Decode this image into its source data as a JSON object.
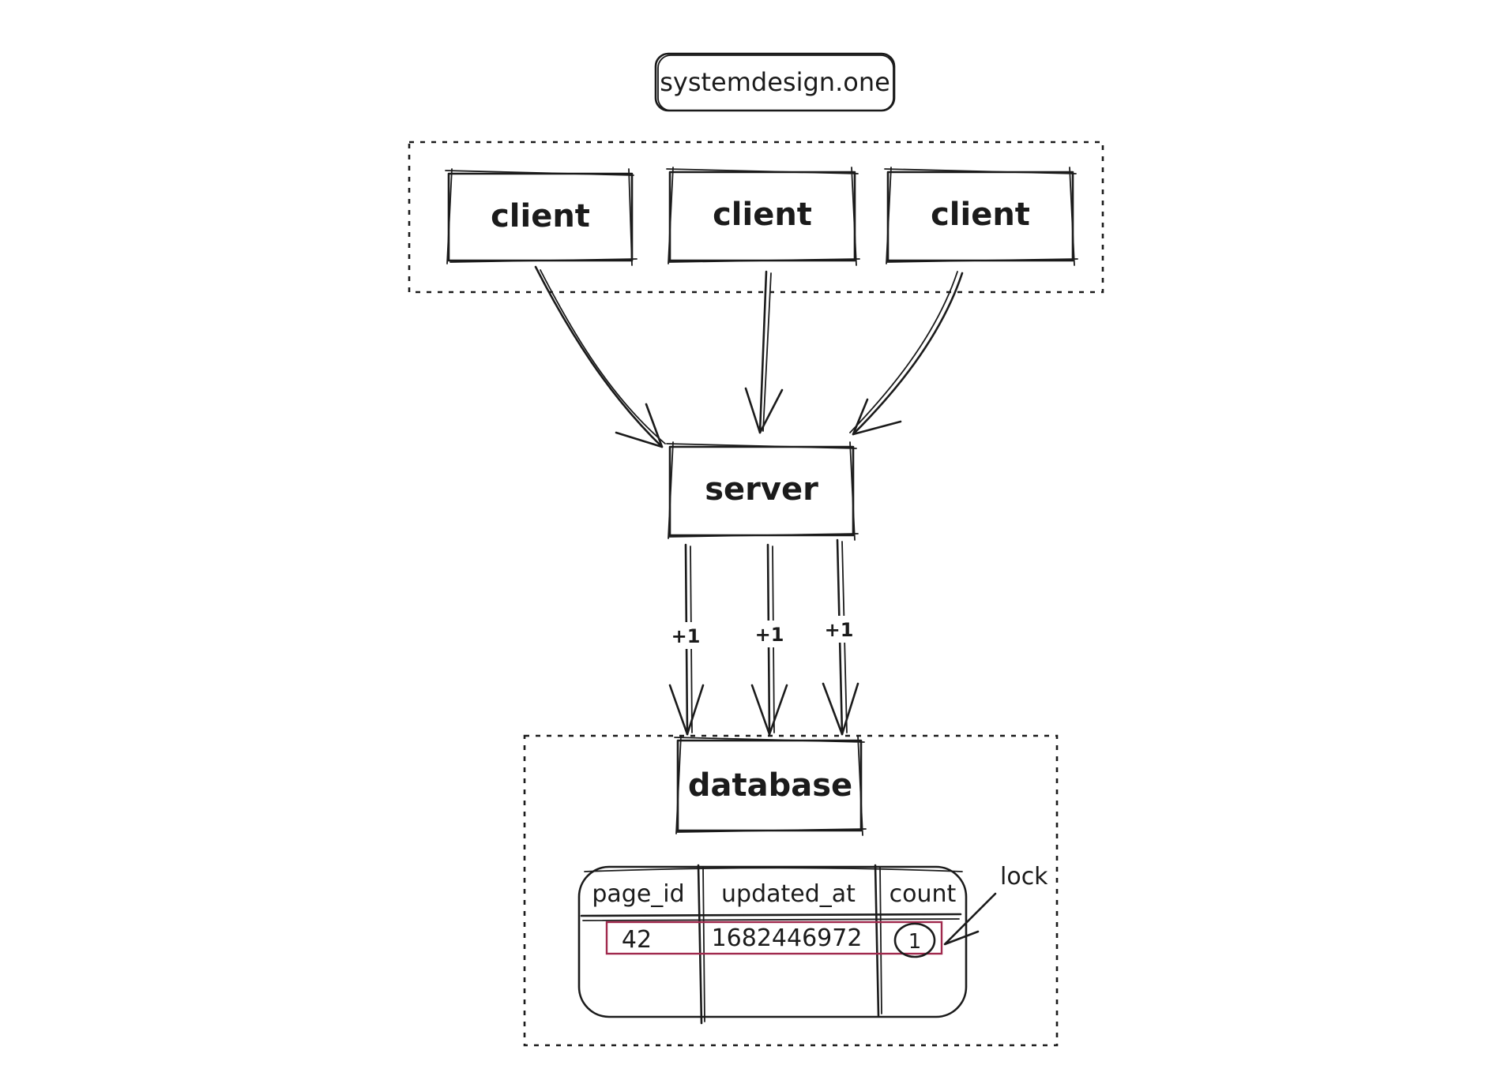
{
  "brand": {
    "label": "systemdesign.one"
  },
  "clients": [
    {
      "label": "client"
    },
    {
      "label": "client"
    },
    {
      "label": "client"
    }
  ],
  "server": {
    "label": "server"
  },
  "increments": [
    {
      "label": "+1"
    },
    {
      "label": "+1"
    },
    {
      "label": "+1"
    }
  ],
  "database": {
    "label": "database"
  },
  "table": {
    "headers": [
      "page_id",
      "updated_at",
      "count"
    ],
    "row": {
      "page_id": "42",
      "updated_at": "1682446972",
      "count": "1"
    }
  },
  "lock": {
    "label": "lock"
  },
  "colors": {
    "ink": "#1b1b1b",
    "highlight": "#a0294d",
    "brand_fill": "#e2e2e2"
  }
}
